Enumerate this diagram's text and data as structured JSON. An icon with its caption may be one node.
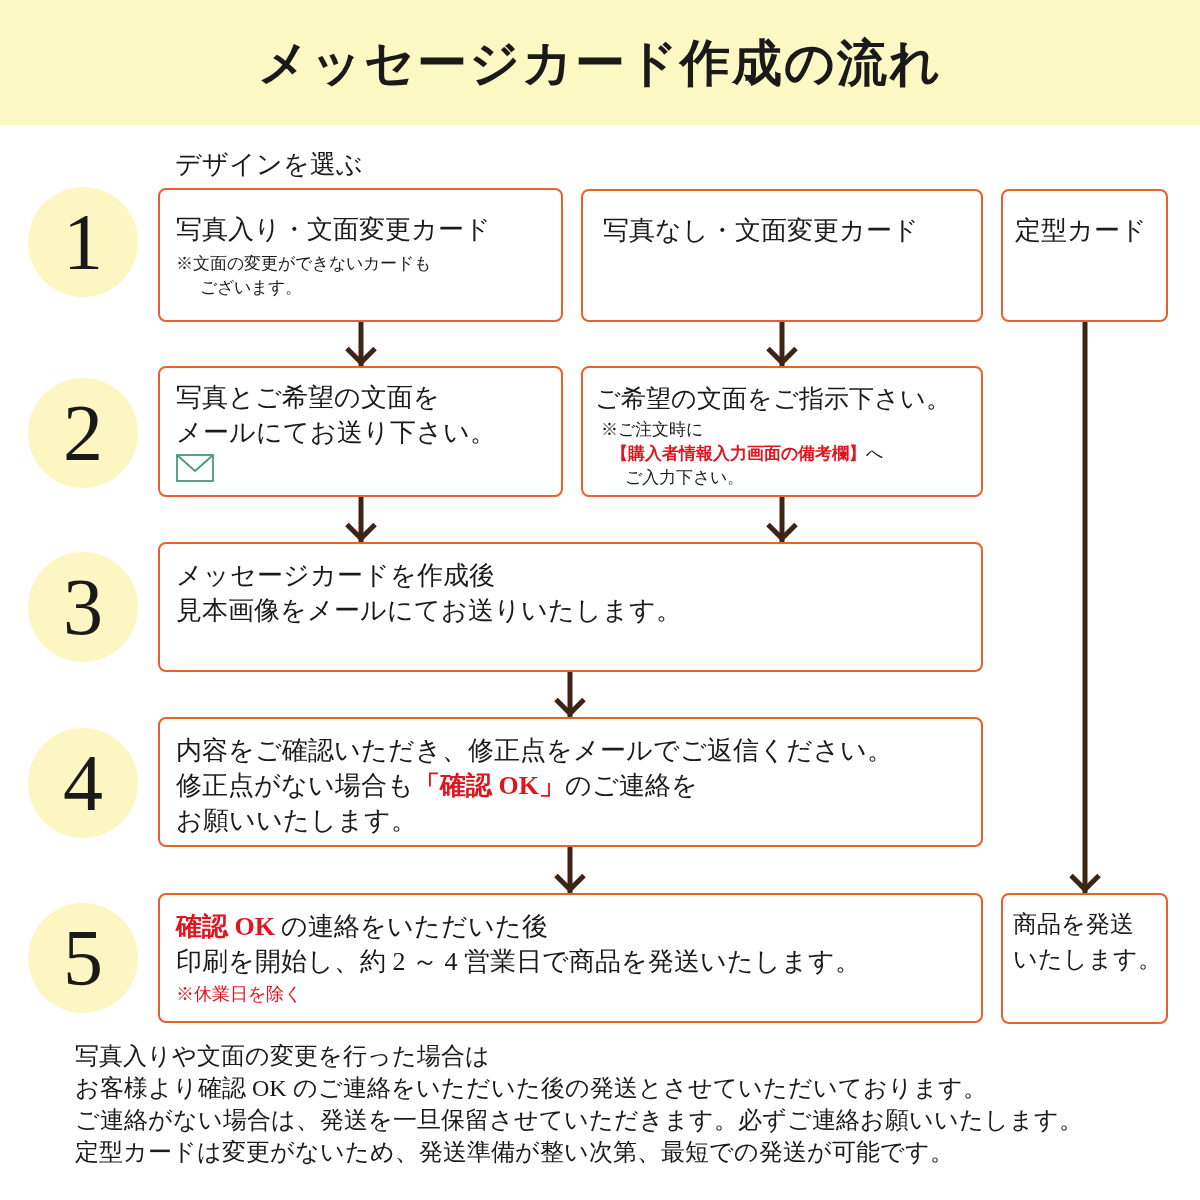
{
  "diagram": {
    "title": "メッセージカード作成の流れ",
    "nodes": [
      {
        "text": [
          "1"
        ]
      },
      {
        "text": [
          "写真入り・文面変更カード",
          "※文面の変更ができないカードもございます。"
        ]
      },
      {
        "text": [
          "写真なし・文面変更カード"
        ]
      },
      {
        "text": [
          "定型カード"
        ]
      },
      {
        "text": [
          "2"
        ]
      },
      {
        "text": [
          "写真とご希望の文面を",
          "メールにてお送り下さい。"
        ]
      },
      {
        "text": [
          "ご希望の文面をご指示下さい。",
          "※ご注文時に",
          "**【購入者情報入力画面の備考欄】**へ",
          "ご入力下さい。"
        ]
      },
      {
        "text": [
          "3"
        ]
      },
      {
        "text": [
          "メッセージカードを作成後",
          "見本画像をメールにてお送りいたします。"
        ]
      },
      {
        "text": [
          "4"
        ]
      },
      {
        "text": [
          "内容をご確認いただき、修正点をメールでご返信ください。",
          "修正点がない場合も**「確認 OK」**のご連絡を",
          "お願いいたします。"
        ]
      },
      {
        "text": [
          "5"
        ]
      },
      {
        "text": [
          "**確認 OK** の連絡をいただいた後",
          "印刷を開始し、約 2 ～ 4 営業日で商品を発送いたします。",
          "※休業日を除く"
        ]
      },
      {
        "text": [
          "商品を発送",
          "いたします。"
        ]
      }
    ],
    "edges": [
      {
        "from": 1,
        "to": 5,
        "arrow": "to"
      },
      {
        "from": 2,
        "to": 6,
        "arrow": "to"
      },
      {
        "from": 5,
        "to": 8,
        "arrow": "to"
      },
      {
        "from": 6,
        "to": 8,
        "arrow": "to"
      },
      {
        "from": 8,
        "to": 10,
        "arrow": "to"
      },
      {
        "from": 10,
        "to": 12,
        "arrow": "to"
      },
      {
        "from": 3,
        "to": 13,
        "arrow": "to"
      }
    ],
    "labels": [
      "デザインを選ぶ",
      "写真入りや文面の変更を行った場合は",
      "お客様より確認 OK のご連絡をいただいた後の発送とさせていただいております。",
      "ご連絡がない場合は、発送を一旦保留させていただきます。必ずご連絡お願いいたします。",
      "定型カードは変更がないため、発送準備が整い次第、最短での発送が可能です。"
    ]
  }
}
